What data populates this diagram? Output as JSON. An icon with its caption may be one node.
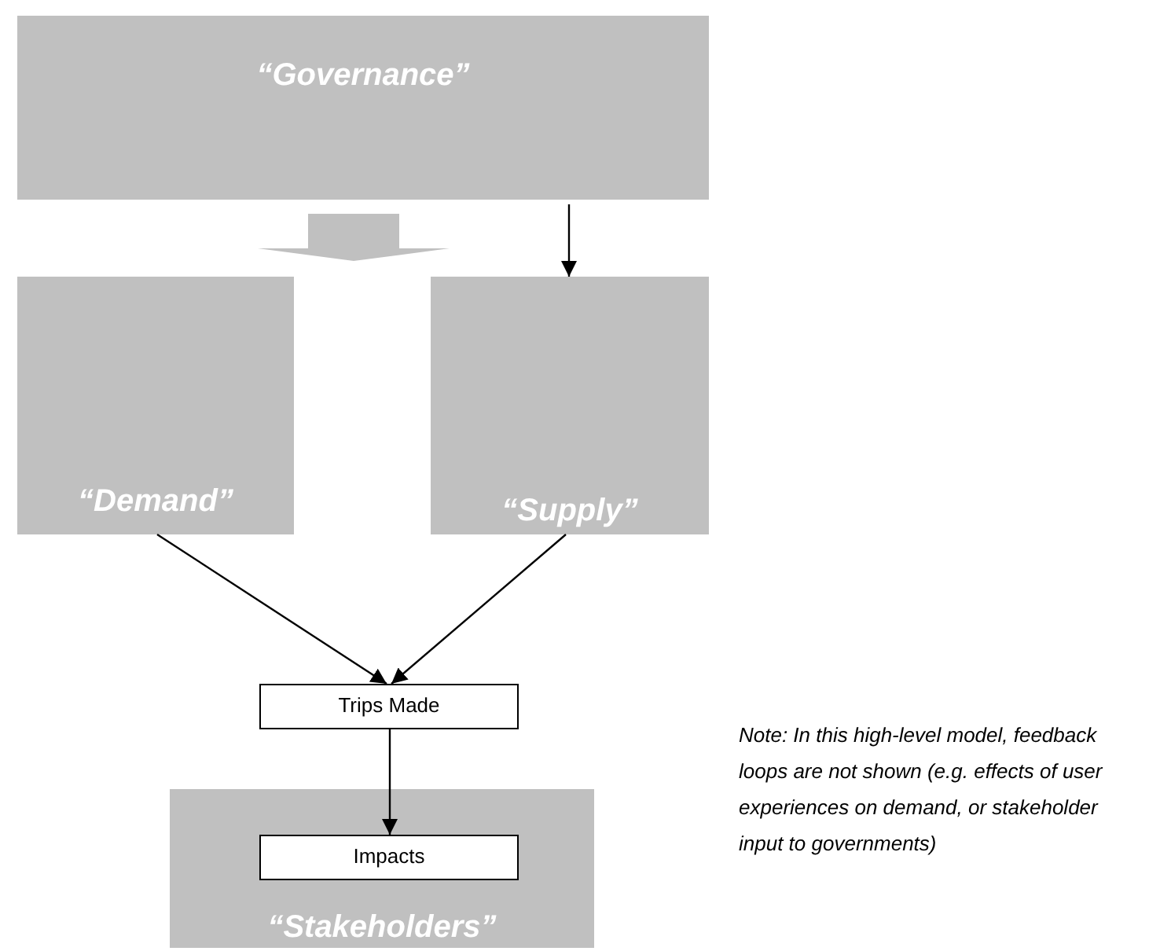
{
  "diagram": {
    "nodes": [
      {
        "text": [
          "“Governance”"
        ]
      },
      {
        "text": [
          "“Demand”"
        ]
      },
      {
        "text": [
          "“Supply”"
        ]
      },
      {
        "text": [
          "Trips Made"
        ]
      },
      {
        "text": [
          "“Stakeholders”"
        ]
      },
      {
        "text": [
          "Impacts"
        ],
        "in": 4
      }
    ],
    "edges": [
      {
        "from": 0,
        "to": null,
        "arrow": "to",
        "style": "thick"
      },
      {
        "from": 0,
        "to": 2,
        "arrow": "to"
      },
      {
        "from": 1,
        "to": 3,
        "arrow": "to"
      },
      {
        "from": 2,
        "to": 3,
        "arrow": "to"
      },
      {
        "from": 3,
        "to": 5,
        "arrow": "to"
      }
    ],
    "labels": [
      "Note: In this high-level model, feedback loops are not shown (e.g. effects of user experiences on demand, or stakeholder input to governments)"
    ]
  }
}
